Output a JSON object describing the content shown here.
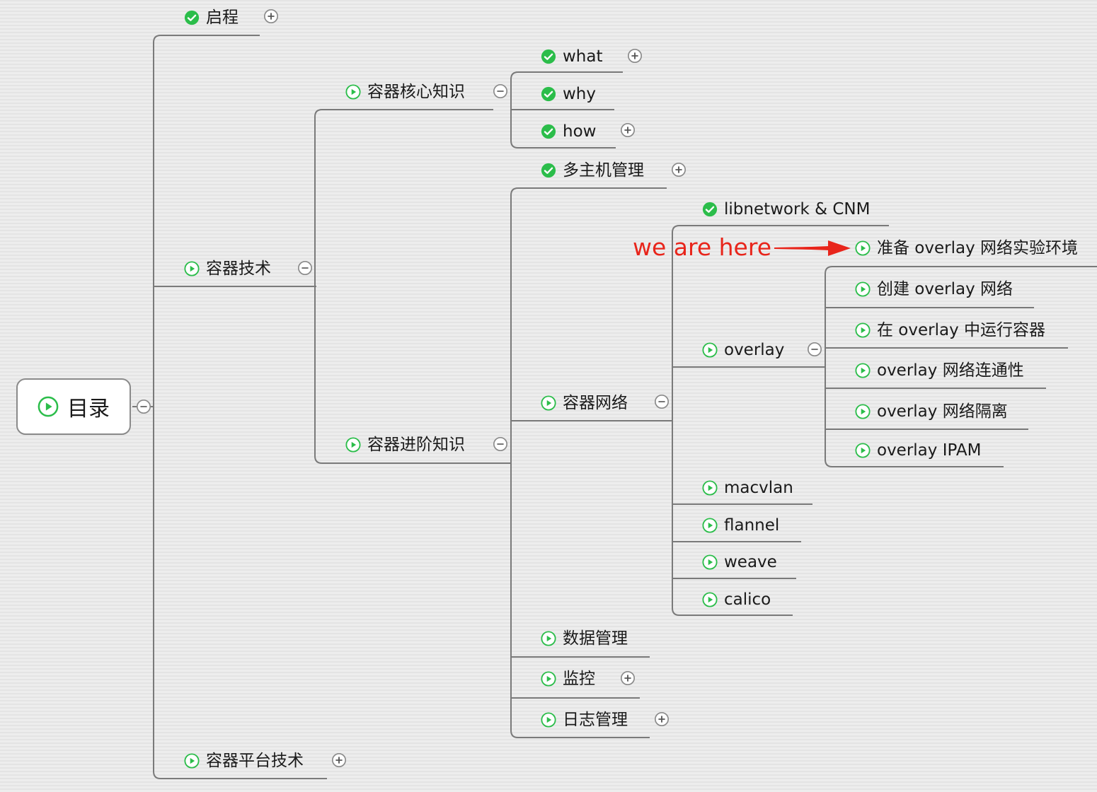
{
  "root": {
    "label": "目录",
    "icon": "play-icon"
  },
  "nodes": {
    "qicheng": "启程",
    "rongqi_jishu": "容器技术",
    "rongqi_hexin": "容器核心知识",
    "what": "what",
    "why": "why",
    "how": "how",
    "rongqi_jinjie": "容器进阶知识",
    "duozhuji": "多主机管理",
    "rongqi_wangluo": "容器网络",
    "libnetwork": "libnetwork & CNM",
    "overlay": "overlay",
    "zhunbei": "准备 overlay 网络实验环境",
    "chuangjian": "创建 overlay 网络",
    "yunxing": "在 overlay 中运行容器",
    "liantong": "overlay 网络连通性",
    "geli": "overlay 网络隔离",
    "ipam": "overlay IPAM",
    "macvlan": "macvlan",
    "flannel": "flannel",
    "weave": "weave",
    "calico": "calico",
    "shuju": "数据管理",
    "jiankong": "监控",
    "rizhi": "日志管理",
    "pingtai": "容器平台技术"
  },
  "annotation": {
    "text": "we are here"
  },
  "colors": {
    "done": "#2bbd4a",
    "play": "#2bbd4a",
    "line": "#7a7a7a",
    "toggle": "#8a8a8a",
    "annotation": "#e8251b"
  },
  "icons": {
    "done": "check-circle-icon",
    "pending": "play-icon",
    "expand": "plus-circle-icon",
    "collapse": "minus-circle-icon",
    "arrow": "arrow-right-icon"
  }
}
